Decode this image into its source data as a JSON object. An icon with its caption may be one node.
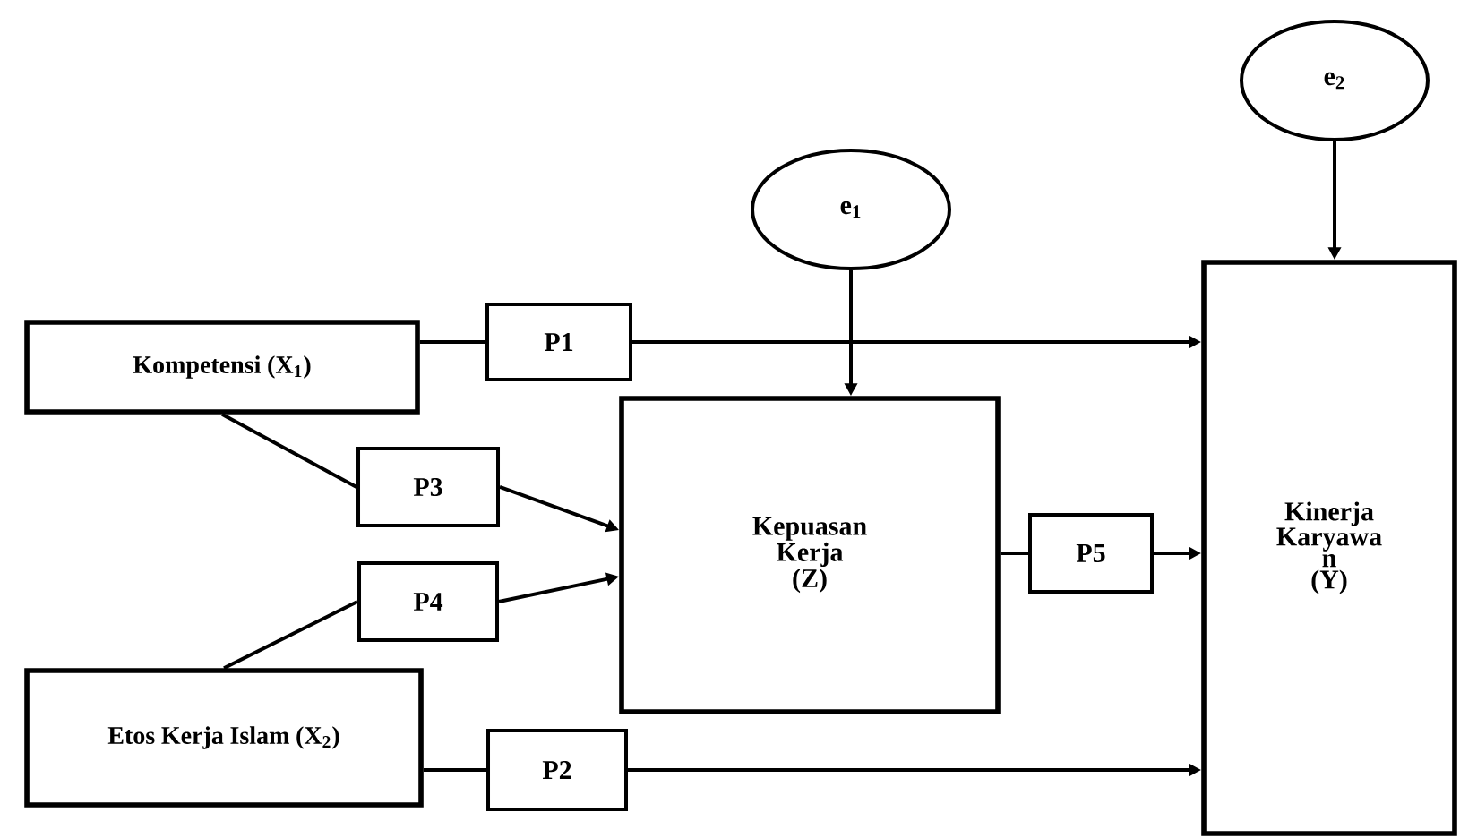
{
  "diagram": {
    "nodes": [
      {
        "text": [
          "Kompetensi (X$_{1}$)"
        ]
      },
      {
        "text": [
          "Etos Kerja Islam (X$_{2}$)"
        ]
      },
      {
        "text": [
          "Kepuasan Kerja (Z)"
        ]
      },
      {
        "text": [
          "Kinerja Karyawa n (Y)"
        ]
      },
      {
        "text": [
          "e$_{1}$"
        ]
      },
      {
        "text": [
          "e$_{2}$"
        ]
      },
      {
        "text": [
          "P1"
        ]
      },
      {
        "text": [
          "P3"
        ]
      },
      {
        "text": [
          "P4"
        ]
      },
      {
        "text": [
          "P2"
        ]
      },
      {
        "text": [
          "P5"
        ]
      }
    ],
    "edges": [
      {
        "from": 0,
        "to": 6,
        "arrow": "none"
      },
      {
        "from": 6,
        "to": 3,
        "arrow": "to"
      },
      {
        "from": 0,
        "to": 7,
        "arrow": "none"
      },
      {
        "from": 7,
        "to": 2,
        "arrow": "to"
      },
      {
        "from": 1,
        "to": 8,
        "arrow": "none"
      },
      {
        "from": 8,
        "to": 2,
        "arrow": "to"
      },
      {
        "from": 1,
        "to": 9,
        "arrow": "none"
      },
      {
        "from": 9,
        "to": 3,
        "arrow": "to"
      },
      {
        "from": 2,
        "to": 10,
        "arrow": "none"
      },
      {
        "from": 10,
        "to": 3,
        "arrow": "to"
      },
      {
        "from": 4,
        "to": 2,
        "arrow": "to"
      },
      {
        "from": 5,
        "to": 3,
        "arrow": "to"
      }
    ]
  }
}
